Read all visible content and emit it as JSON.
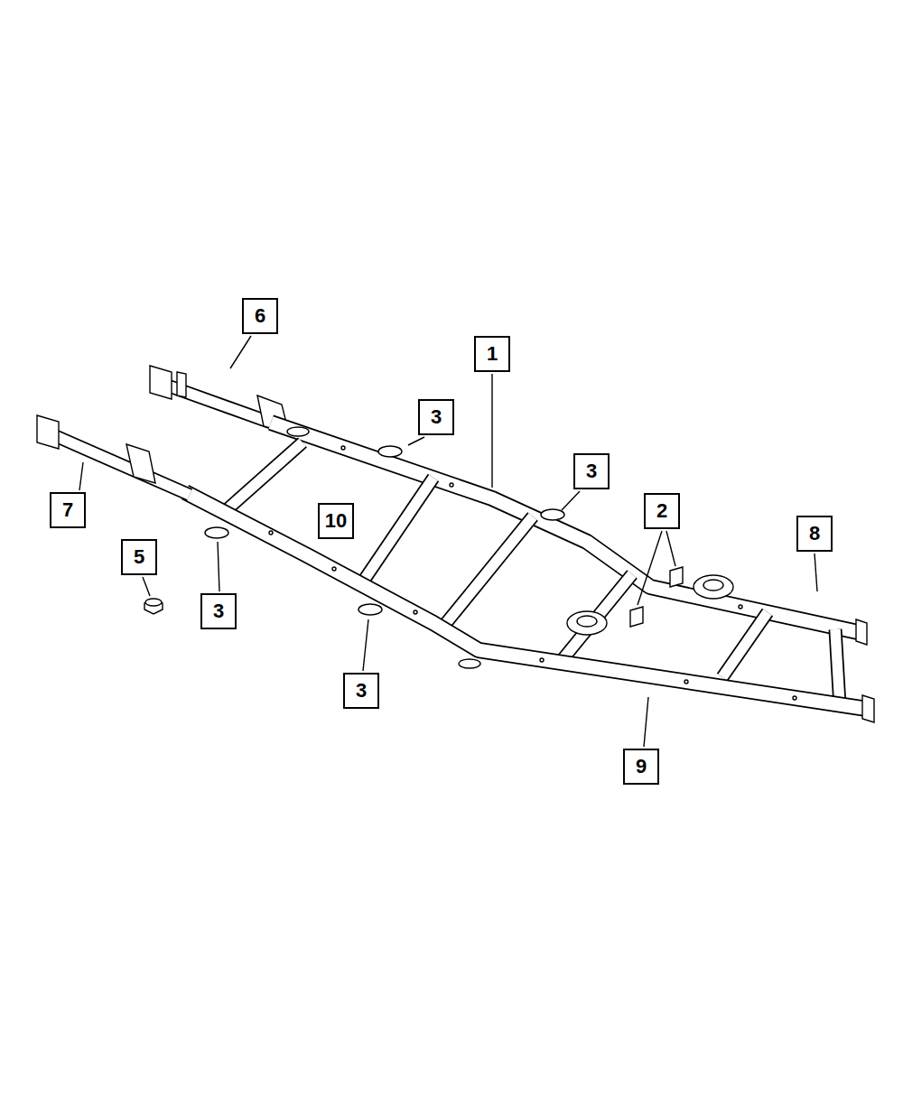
{
  "diagram": {
    "labels": [
      "6",
      "1",
      "3",
      "3",
      "7",
      "2",
      "10",
      "8",
      "5",
      "3",
      "3",
      "9"
    ]
  }
}
